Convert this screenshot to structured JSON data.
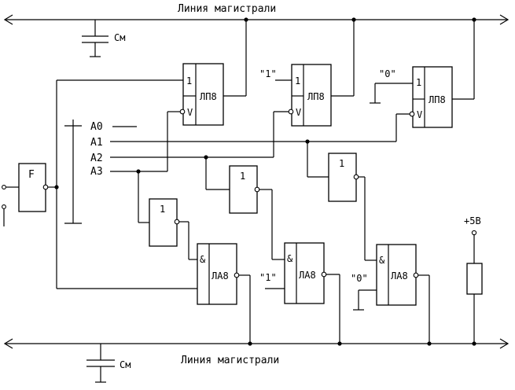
{
  "bus": {
    "top_label": "Линия магистрали",
    "bottom_label": "Линия магистрали"
  },
  "capacitor_label": "Cм",
  "power_label": "+5В",
  "address_lines": [
    "A0",
    "A1",
    "A2",
    "A3"
  ],
  "logic_constants": {
    "one": "\"1\"",
    "zero": "\"0\""
  },
  "element_labels": {
    "trigger": "F",
    "inverter": "1",
    "and_symbol": "&",
    "enable": "V",
    "buffer_type": "ЛП8",
    "nand_type": "ЛА8"
  }
}
